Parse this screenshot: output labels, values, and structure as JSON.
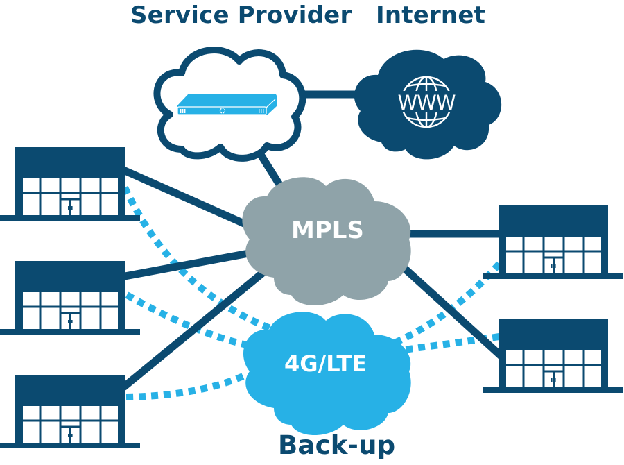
{
  "titles": {
    "service_provider": "Service Provider",
    "internet": "Internet",
    "backup": "Back-up"
  },
  "clouds": {
    "service_provider": {
      "icon": "server-appliance-icon"
    },
    "internet": {
      "icon": "www-globe-icon",
      "icon_text": "WWW"
    },
    "mpls": {
      "label": "MPLS"
    },
    "lte": {
      "label": "4G/LTE"
    }
  },
  "sites": [
    {
      "id": "store-left-1",
      "side": "left",
      "primary": "MPLS",
      "backup": "4G/LTE"
    },
    {
      "id": "store-left-2",
      "side": "left",
      "primary": "MPLS",
      "backup": "4G/LTE"
    },
    {
      "id": "store-left-3",
      "side": "left",
      "primary": "MPLS",
      "backup": "4G/LTE"
    },
    {
      "id": "store-right-1",
      "side": "right",
      "primary": "MPLS",
      "backup": "4G/LTE"
    },
    {
      "id": "store-right-2",
      "side": "right",
      "primary": "MPLS",
      "backup": "4G/LTE"
    }
  ],
  "links": {
    "solid": "primary MPLS link",
    "dotted": "4G/LTE back-up link"
  },
  "colors": {
    "navy": "#0b4a70",
    "mpls_gray": "#8fa3a9",
    "lte_blue": "#27b1e6",
    "white": "#ffffff"
  }
}
